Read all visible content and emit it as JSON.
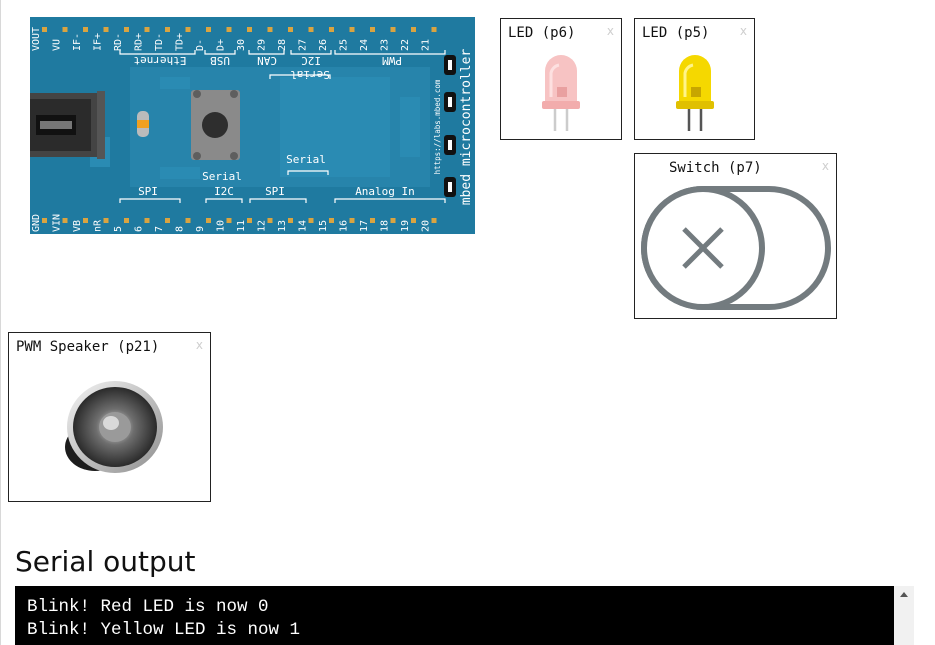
{
  "board": {
    "name": "mbed microcontroller",
    "url": "https://labs.mbed.com",
    "top_pins": [
      "VOUT",
      "VU",
      "IF-",
      "IF+",
      "RD-",
      "RD+",
      "TD-",
      "TD+",
      "D-",
      "D+",
      "30",
      "29",
      "28",
      "27",
      "26",
      "25",
      "24",
      "23",
      "22",
      "21"
    ],
    "bottom_pins": [
      "GND",
      "VIN",
      "VB",
      "nR",
      "5",
      "6",
      "7",
      "8",
      "9",
      "10",
      "11",
      "12",
      "13",
      "14",
      "15",
      "16",
      "17",
      "18",
      "19",
      "20"
    ],
    "top_groups": [
      "Ethernet",
      "USB",
      "CAN",
      "I2C",
      "PWM",
      "Serial"
    ],
    "bottom_groups": [
      "SPI",
      "I2C",
      "SPI",
      "Analog In",
      "Serial",
      "Serial"
    ]
  },
  "components": {
    "led_red": {
      "title": "LED (p6)",
      "close": "x",
      "color": "#f4b8b8"
    },
    "led_yellow": {
      "title": "LED (p5)",
      "close": "x",
      "color": "#f2d600"
    },
    "switch": {
      "title": "Switch (p7)",
      "close": "x"
    },
    "speaker": {
      "title": "PWM Speaker (p21)",
      "close": "x"
    }
  },
  "serial": {
    "heading": "Serial output",
    "lines": [
      "Blink! Red LED is now 0",
      "Blink! Yellow LED is now 1"
    ]
  }
}
